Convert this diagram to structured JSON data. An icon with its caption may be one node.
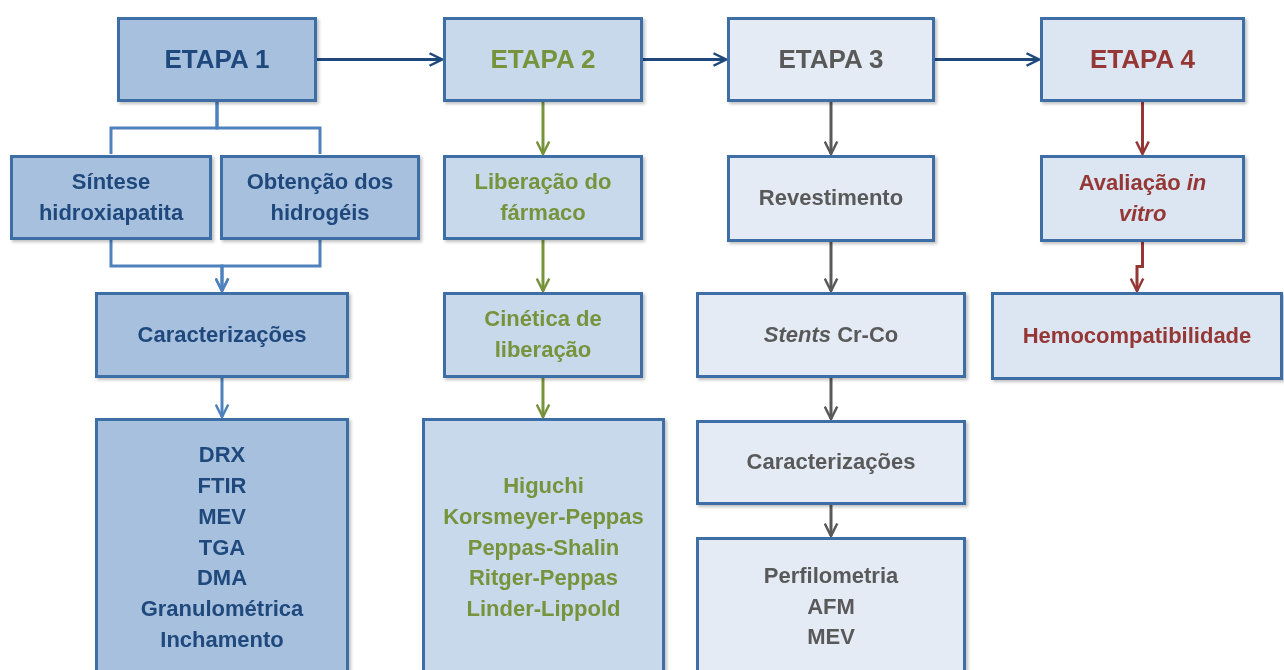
{
  "diagram": {
    "nodes": [
      {
        "text": [
          "ETAPA 1"
        ]
      },
      {
        "text": [
          "ETAPA 2"
        ]
      },
      {
        "text": [
          "ETAPA 3"
        ]
      },
      {
        "text": [
          "ETAPA 4"
        ]
      },
      {
        "text": [
          "Síntese hidroxiapatita"
        ]
      },
      {
        "text": [
          "Obtenção dos hidrogéis"
        ]
      },
      {
        "text": [
          "Caracterizações"
        ]
      },
      {
        "text": [
          "DRX",
          "FTIR",
          "MEV",
          "TGA",
          "DMA",
          "Granulométrica",
          "Inchamento"
        ]
      },
      {
        "text": [
          "Liberação do fármaco"
        ]
      },
      {
        "text": [
          "Cinética de liberação"
        ]
      },
      {
        "text": [
          "Higuchi",
          "Korsmeyer-Peppas",
          "Peppas-Shalin",
          "Ritger-Peppas",
          "Linder-Lippold"
        ]
      },
      {
        "text": [
          "Revestimento"
        ]
      },
      {
        "text": [
          "*Stents* Cr-Co"
        ]
      },
      {
        "text": [
          "Caracterizações"
        ]
      },
      {
        "text": [
          "Perfilometria",
          "AFM",
          "MEV"
        ]
      },
      {
        "text": [
          "Avaliação *in vitro*"
        ]
      },
      {
        "text": [
          "Hemocompatibilidade"
        ]
      }
    ],
    "edges": [
      {
        "from": 0,
        "to": 1,
        "arrow": "to",
        "color": "#1f497d"
      },
      {
        "from": 1,
        "to": 2,
        "arrow": "to",
        "color": "#1f497d"
      },
      {
        "from": 2,
        "to": 3,
        "arrow": "to",
        "color": "#1f497d"
      },
      {
        "from": 0,
        "to": 4,
        "arrow": "none",
        "color": "#4f81bd"
      },
      {
        "from": 0,
        "to": 5,
        "arrow": "none",
        "color": "#4f81bd"
      },
      {
        "from": 4,
        "to": 6,
        "arrow": "to",
        "color": "#4f81bd"
      },
      {
        "from": 5,
        "to": 6,
        "arrow": "to",
        "color": "#4f81bd"
      },
      {
        "from": 6,
        "to": 7,
        "arrow": "to",
        "color": "#4f81bd"
      },
      {
        "from": 1,
        "to": 8,
        "arrow": "to",
        "color": "#77933c"
      },
      {
        "from": 8,
        "to": 9,
        "arrow": "to",
        "color": "#77933c"
      },
      {
        "from": 9,
        "to": 10,
        "arrow": "to",
        "color": "#77933c"
      },
      {
        "from": 2,
        "to": 11,
        "arrow": "to",
        "color": "#595959"
      },
      {
        "from": 11,
        "to": 12,
        "arrow": "to",
        "color": "#595959"
      },
      {
        "from": 12,
        "to": 13,
        "arrow": "to",
        "color": "#595959"
      },
      {
        "from": 13,
        "to": 14,
        "arrow": "to",
        "color": "#595959"
      },
      {
        "from": 3,
        "to": 15,
        "arrow": "to",
        "color": "#953735"
      },
      {
        "from": 15,
        "to": 16,
        "arrow": "to",
        "color": "#953735"
      }
    ]
  }
}
